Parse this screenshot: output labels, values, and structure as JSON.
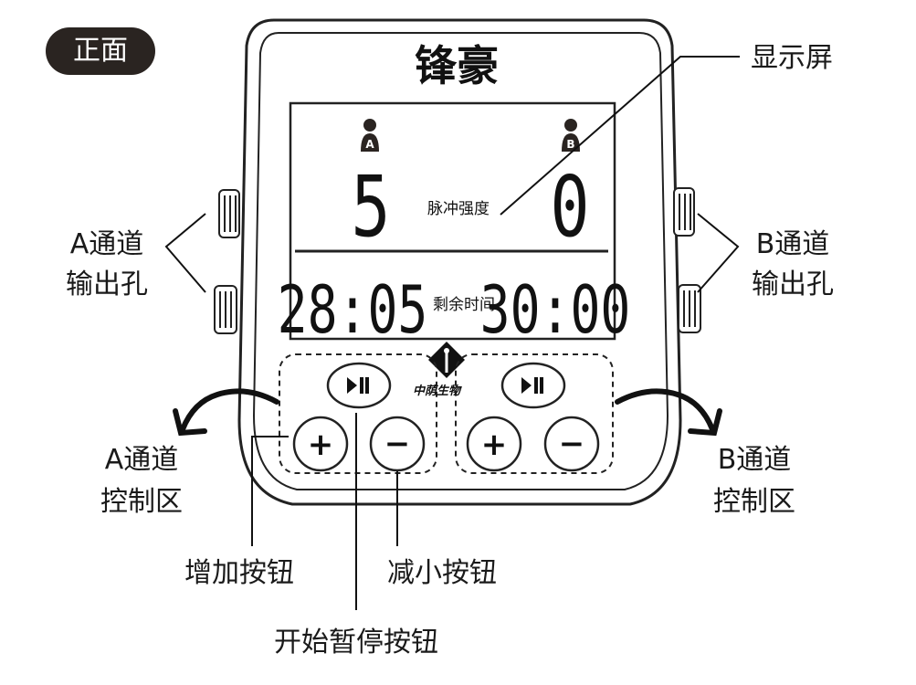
{
  "badge": "正面",
  "device": {
    "brand": "锋豪",
    "logo_text": "中荫生物",
    "display": {
      "channel_a": "A",
      "channel_b": "B",
      "intensity_label": "脉冲强度",
      "intensity_a": "5",
      "intensity_b": "0",
      "remaining_label": "剩余时间",
      "time_a": "28:05",
      "time_b": "30:00"
    },
    "buttons": {
      "play_pause_icon": "play-pause-icon",
      "plus": "+",
      "minus": "−"
    }
  },
  "callouts": {
    "display_screen": "显示屏",
    "a_output_line1": "A通道",
    "a_output_line2": "输出孔",
    "b_output_line1": "B通道",
    "b_output_line2": "输出孔",
    "a_control_line1": "A通道",
    "a_control_line2": "控制区",
    "b_control_line1": "B通道",
    "b_control_line2": "控制区",
    "increase_button": "增加按钮",
    "decrease_button": "减小按钮",
    "start_pause_button": "开始暂停按钮"
  }
}
